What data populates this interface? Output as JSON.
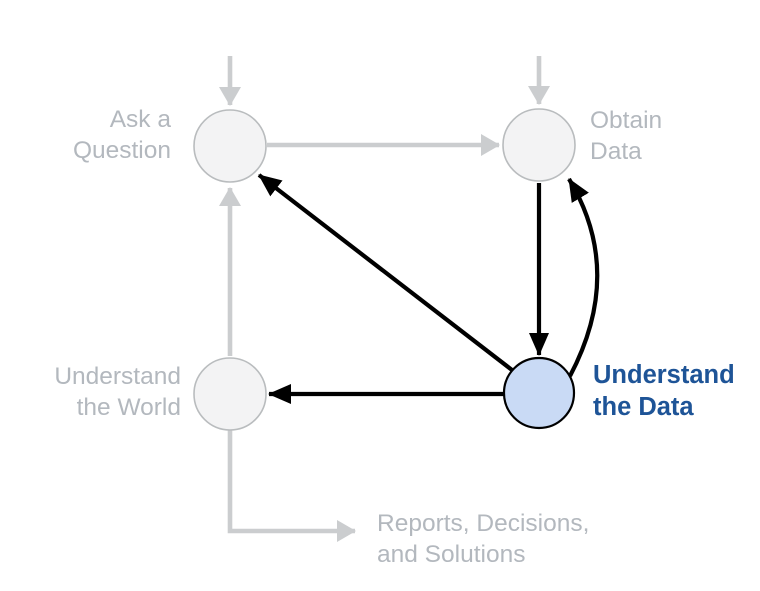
{
  "diagram_title": "Data science lifecycle diagram with Understand the Data stage highlighted",
  "nodes": [
    {
      "id": "ask-question",
      "label_lines": [
        "Ask a",
        "Question"
      ],
      "state": "inactive"
    },
    {
      "id": "obtain-data",
      "label_lines": [
        "Obtain",
        "Data"
      ],
      "state": "inactive"
    },
    {
      "id": "understand-world",
      "label_lines": [
        "Understand",
        "the World"
      ],
      "state": "inactive"
    },
    {
      "id": "understand-data",
      "label_lines": [
        "Understand",
        "the Data"
      ],
      "state": "active"
    },
    {
      "id": "reports-decisions",
      "label_lines": [
        "Reports, Decisions,",
        "and Solutions"
      ],
      "state": "inactive"
    }
  ],
  "edges": [
    {
      "from": "start",
      "to": "ask-question",
      "style": "inactive"
    },
    {
      "from": "start",
      "to": "obtain-data",
      "style": "inactive"
    },
    {
      "from": "ask-question",
      "to": "obtain-data",
      "style": "inactive"
    },
    {
      "from": "understand-world",
      "to": "ask-question",
      "style": "inactive"
    },
    {
      "from": "understand-world",
      "to": "reports-decisions",
      "style": "inactive"
    },
    {
      "from": "obtain-data",
      "to": "understand-data",
      "style": "active"
    },
    {
      "from": "understand-data",
      "to": "obtain-data",
      "style": "active"
    },
    {
      "from": "understand-data",
      "to": "ask-question",
      "style": "active"
    },
    {
      "from": "understand-data",
      "to": "understand-world",
      "style": "active"
    }
  ],
  "colors": {
    "active_node_fill": "#c9daf5",
    "active_node_border": "#000000",
    "active_label_text": "#1e5497",
    "active_arrow": "#000000",
    "inactive_node_fill": "#f3f3f4",
    "inactive_node_border": "#b9bcbe",
    "inactive_label_text": "#b3b8be",
    "inactive_arrow": "#cbcdcf",
    "background": "#ffffff"
  }
}
